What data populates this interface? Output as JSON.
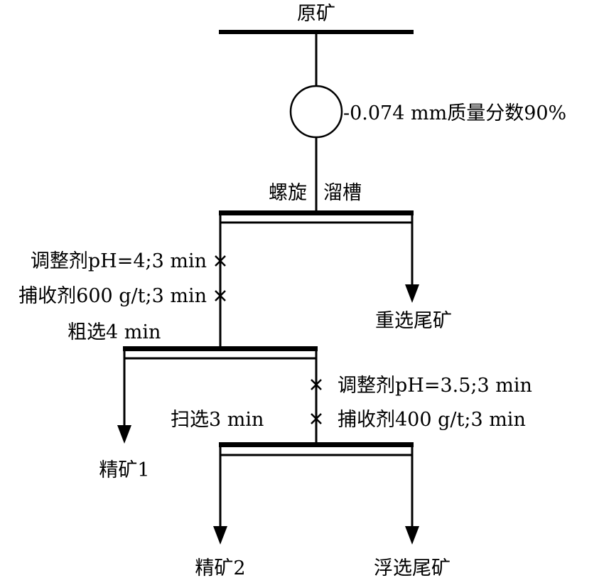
{
  "feed": "原矿",
  "grinding": {
    "label": "-0.074 mm质量分数90%"
  },
  "spiral": {
    "label_left": "螺旋",
    "label_right": "溜槽",
    "tailings": "重选尾矿"
  },
  "rougher": {
    "reagent1": "调整剂pH=4;3 min",
    "reagent2": "捕收剂600 g/t;3 min",
    "label": "粗选4 min",
    "concentrate": "精矿1"
  },
  "scavenger": {
    "reagent1": "调整剂pH=3.5;3 min",
    "reagent2": "捕收剂400 g/t;3 min",
    "label": "扫选3 min",
    "concentrate": "精矿2",
    "tailings": "浮选尾矿"
  }
}
